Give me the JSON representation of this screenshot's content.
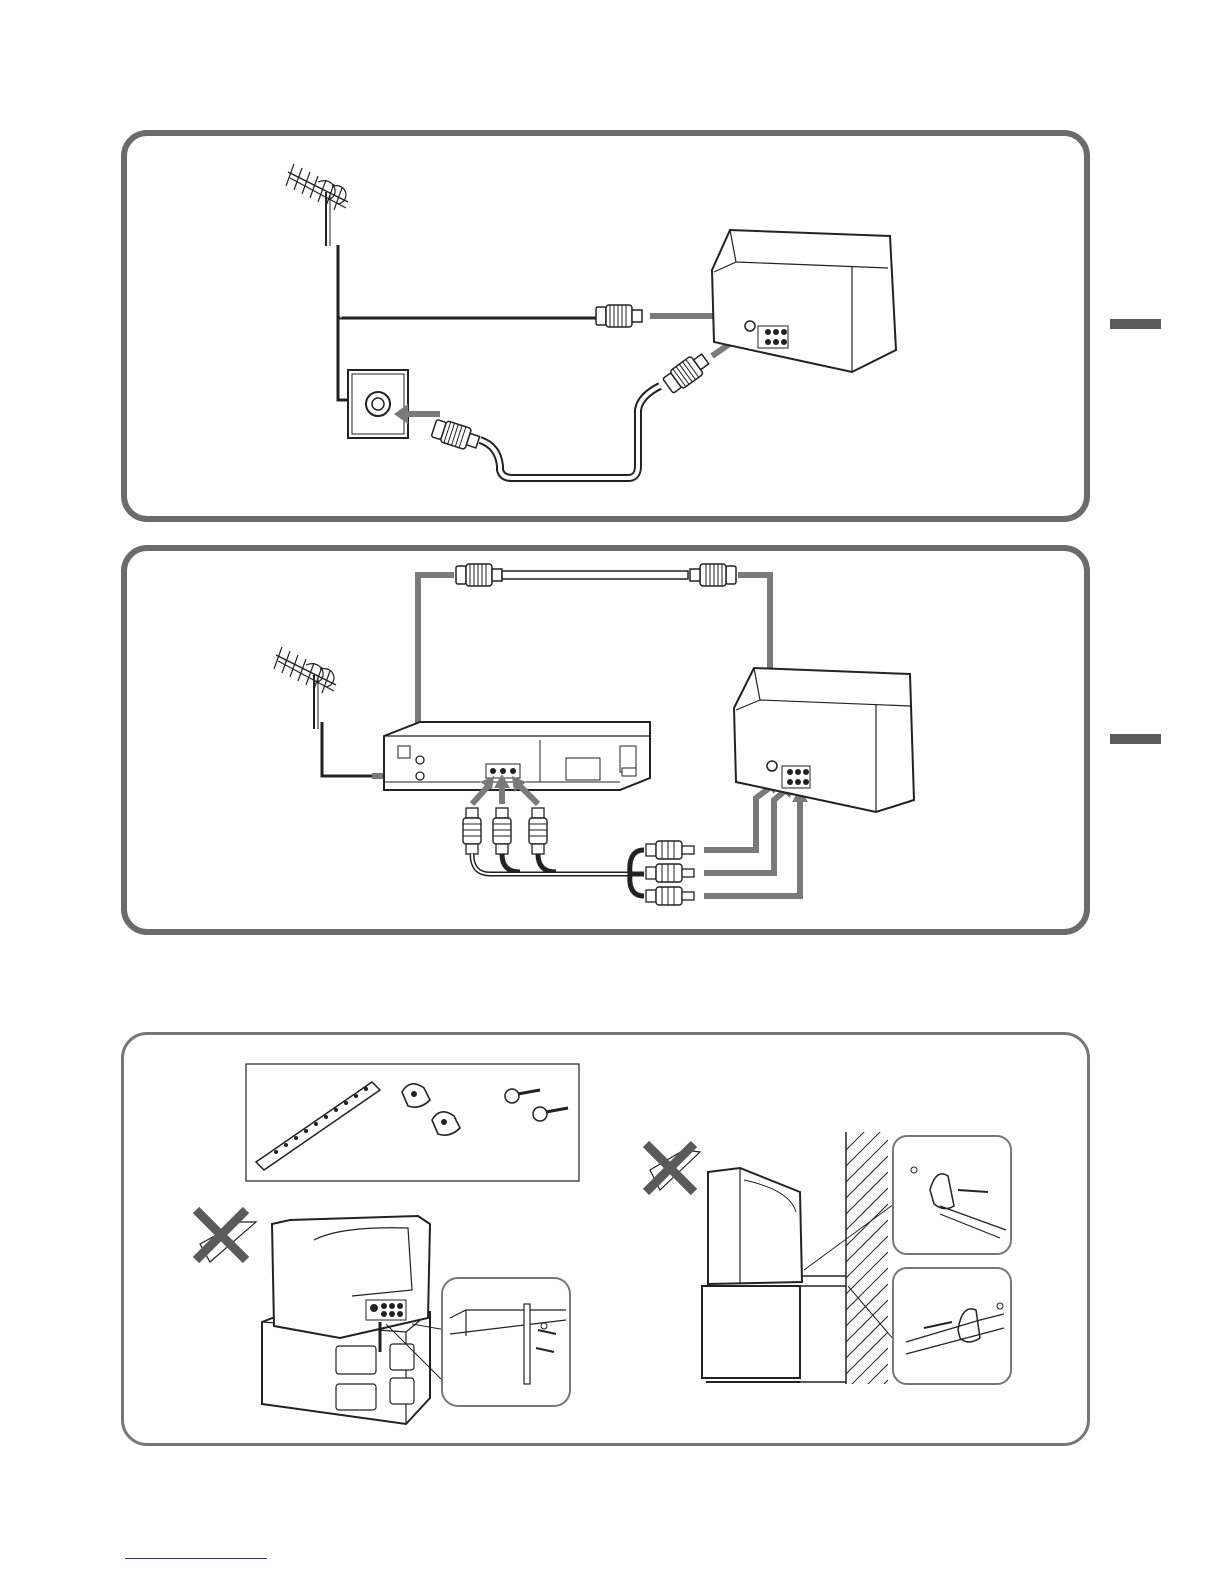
{
  "page": {
    "panels": [
      {
        "id": "antenna-wall-outlet-to-tv"
      },
      {
        "id": "antenna-vcr-tv-av-hookup"
      },
      {
        "id": "securing-the-tv"
      }
    ],
    "section_tabs": 2,
    "footer_link": ""
  },
  "colors": {
    "panel_border": "#6b6b6b",
    "cable_gray": "#7a7a7a",
    "line_art": "#222222",
    "tab": "#5a5a5a",
    "footer_link": "#2a2ab0"
  },
  "icons": [
    "antenna-icon",
    "tv-icon",
    "vcr-icon",
    "wall-outlet-icon",
    "rf-connector-icon",
    "rca-plug-icon",
    "screw-icon",
    "bracket-icon",
    "belt-icon",
    "prohibited-x-icon",
    "tv-stand-icon",
    "wall-icon"
  ]
}
